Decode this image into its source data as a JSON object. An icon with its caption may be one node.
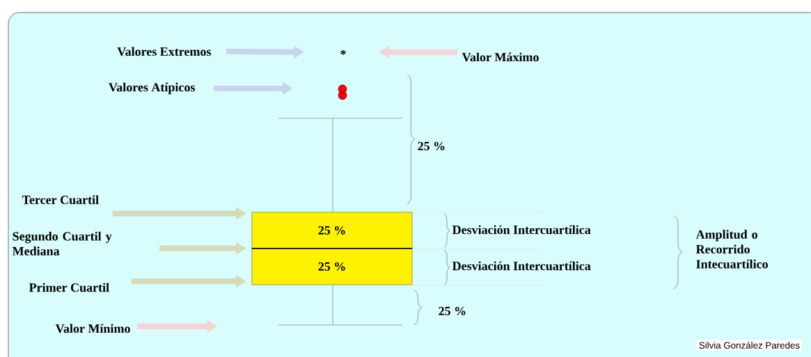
{
  "diagram": {
    "nodes": [
      {
        "text": [
          "Valores Extremos"
        ]
      },
      {
        "text": [
          "*"
        ]
      },
      {
        "text": [
          "Valor Máximo"
        ]
      },
      {
        "text": [
          "Valores Atípicos"
        ]
      },
      {
        "text": [],
        "shape": "circle"
      },
      {
        "text": [
          "Tercer Cuartil"
        ]
      },
      {
        "text": [
          "25 %"
        ]
      },
      {
        "text": [
          "25 %"
        ]
      },
      {
        "text": [
          "Segundo Cuartil y Mediana"
        ]
      },
      {
        "text": [
          "Primer Cuartil"
        ]
      },
      {
        "text": [
          "Valor Mínimo"
        ]
      }
    ],
    "edges": [
      {
        "from": 0,
        "to": 1,
        "arrow": "to",
        "color": "#c6d4ec"
      },
      {
        "from": 2,
        "to": 1,
        "arrow": "to",
        "color": "#f2d6d6"
      },
      {
        "from": 3,
        "to": 4,
        "arrow": "to",
        "color": "#c6d4ec"
      },
      {
        "from": 5,
        "to": 6,
        "arrow": "to"
      },
      {
        "from": 8,
        "to": 7,
        "arrow": "to"
      },
      {
        "from": 9,
        "to": 7,
        "arrow": "to"
      },
      {
        "from": 10,
        "to": null,
        "arrow": "to",
        "color": "#f2d6d6"
      }
    ],
    "labels": [
      "25 %",
      "Desviación Intercuartílica",
      "Desviación Intercuartílica",
      "Amplitud o Recorrido Intecuartílico",
      "25 %",
      "Silvia González Paredes"
    ]
  }
}
